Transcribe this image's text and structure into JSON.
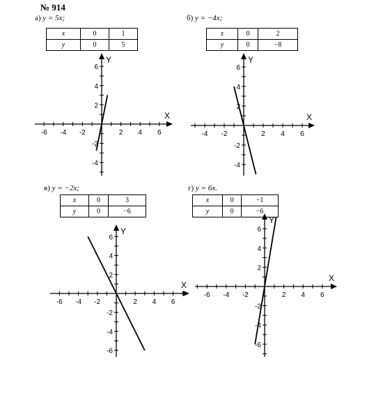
{
  "title": "№ 914",
  "parts": [
    {
      "letter": "а)",
      "equation": "y = 5x;",
      "table": {
        "x_label": "x",
        "y_label": "y",
        "x_values": [
          "0",
          "1"
        ],
        "y_values": [
          "0",
          "5"
        ]
      },
      "axis": {
        "x_name": "X",
        "y_name": "Y",
        "x_ticks": [
          "-6",
          "-4",
          "-2",
          "2",
          "4",
          "6"
        ],
        "y_ticks": [
          "6",
          "4",
          "2",
          "-2",
          "-4"
        ]
      }
    },
    {
      "letter": "б)",
      "equation": "y = −4x;",
      "table": {
        "x_label": "x",
        "y_label": "y",
        "x_values": [
          "0",
          "2"
        ],
        "y_values": [
          "0",
          "−8"
        ]
      },
      "axis": {
        "x_name": "X",
        "y_name": "Y",
        "x_ticks": [
          "-4",
          "-2",
          "2",
          "4",
          "6"
        ],
        "y_ticks": [
          "6",
          "4",
          "2",
          "-2",
          "-4"
        ]
      }
    },
    {
      "letter": "в)",
      "equation": "y = −2x;",
      "table": {
        "x_label": "x",
        "y_label": "y",
        "x_values": [
          "0",
          "3"
        ],
        "y_values": [
          "0",
          "−6"
        ]
      },
      "axis": {
        "x_name": "X",
        "y_name": "Y",
        "x_ticks": [
          "-6",
          "-4",
          "-2",
          "2",
          "4",
          "6"
        ],
        "y_ticks": [
          "6",
          "4",
          "2",
          "-2",
          "-4",
          "-6"
        ]
      }
    },
    {
      "letter": "г)",
      "equation": "y = 6x.",
      "table": {
        "x_label": "x",
        "y_label": "y",
        "x_values": [
          "0",
          "−1"
        ],
        "y_values": [
          "0",
          "−6"
        ]
      },
      "axis": {
        "x_name": "X",
        "y_name": "Y",
        "x_ticks": [
          "-6",
          "-4",
          "-2",
          "2",
          "4",
          "6"
        ],
        "y_ticks": [
          "6",
          "4",
          "2",
          "-2",
          "-4",
          "-6"
        ]
      }
    }
  ],
  "chart_data": [
    {
      "type": "line",
      "function": "y = 5x",
      "x": [
        -0.55,
        0.6
      ],
      "y": [
        -2.75,
        3.0
      ],
      "slope": 5,
      "xlim": [
        -7,
        7
      ],
      "ylim": [
        -5,
        7
      ],
      "grid": false
    },
    {
      "type": "line",
      "function": "y = -4x",
      "x": [
        -1.0,
        1.25
      ],
      "y": [
        4.0,
        -5.0
      ],
      "slope": -4,
      "xlim": [
        -5,
        7
      ],
      "ylim": [
        -5,
        7
      ],
      "grid": false
    },
    {
      "type": "line",
      "function": "y = -2x",
      "x": [
        -3.0,
        3.0
      ],
      "y": [
        6.0,
        -6.0
      ],
      "slope": -2,
      "xlim": [
        -7,
        7
      ],
      "ylim": [
        -7,
        7
      ],
      "grid": false
    },
    {
      "type": "line",
      "function": "y = 6x",
      "x": [
        -1.0,
        1.2
      ],
      "y": [
        -6.0,
        7.2
      ],
      "slope": 6,
      "xlim": [
        -7,
        7
      ],
      "ylim": [
        -7,
        7
      ],
      "grid": false
    }
  ]
}
